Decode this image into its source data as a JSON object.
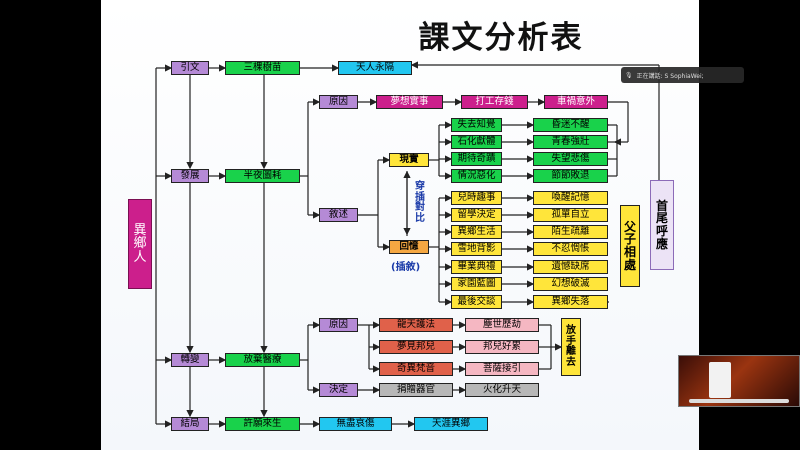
{
  "slide": {
    "title": "課文分析表",
    "main_topic": "異鄉人",
    "stages": {
      "intro": "引文",
      "development": "發展",
      "turn": "轉變",
      "ending": "結局"
    },
    "intro_item": "三棵樹苗",
    "theme": "天人永隔",
    "development_item": "半夜圖耗",
    "cause_label": "原因",
    "cause_chain": [
      "夢想實事",
      "打工存錢",
      "車禍意外"
    ],
    "narration_label": "敘述",
    "reality_label": "現實",
    "reality_pairs": [
      [
        "失去知覺",
        "昏迷不醒"
      ],
      [
        "石化獻體",
        "青春強壯"
      ],
      [
        "期待奇蹟",
        "失望悲傷"
      ],
      [
        "情況惡化",
        "節節敗退"
      ]
    ],
    "interleave_label": "穿插對比",
    "memory_label": "回憶",
    "memory_note": "(插敘)",
    "memory_pairs": [
      [
        "兒時趣事",
        "喚醒記憶"
      ],
      [
        "留學決定",
        "孤單自立"
      ],
      [
        "異鄉生活",
        "陌生疏離"
      ],
      [
        "雪地背影",
        "不忍惆悵"
      ],
      [
        "畢業典禮",
        "遺憾缺席"
      ],
      [
        "家園藍圖",
        "幻想破滅"
      ],
      [
        "最後交談",
        "異鄉失落"
      ]
    ],
    "father_son": "父子相處",
    "echo": "首尾呼應",
    "turn_item": "放棄醫療",
    "turn_cause_label": "原因",
    "turn_cause_pairs": [
      [
        "龍天護法",
        "塵世歷劫"
      ],
      [
        "夢見邦兒",
        "邦兒好累"
      ],
      [
        "奇異梵音",
        "菩薩接引"
      ]
    ],
    "let_go": "放手離去",
    "decision_label": "決定",
    "decision_chain": [
      "捐贈器官",
      "火化升天"
    ],
    "ending_item": "許願來生",
    "ending_chain": [
      "無盡哀傷",
      "天涯異鄉"
    ]
  },
  "meeting": {
    "presenter": "正在講話: S SophiaWei;"
  },
  "colors": {
    "green": "#19d24b",
    "cyan": "#22c7f0",
    "yellow": "#ffe53a",
    "violet": "#b58ad6",
    "magenta": "#cc1f8c",
    "red": "#e0614a"
  }
}
